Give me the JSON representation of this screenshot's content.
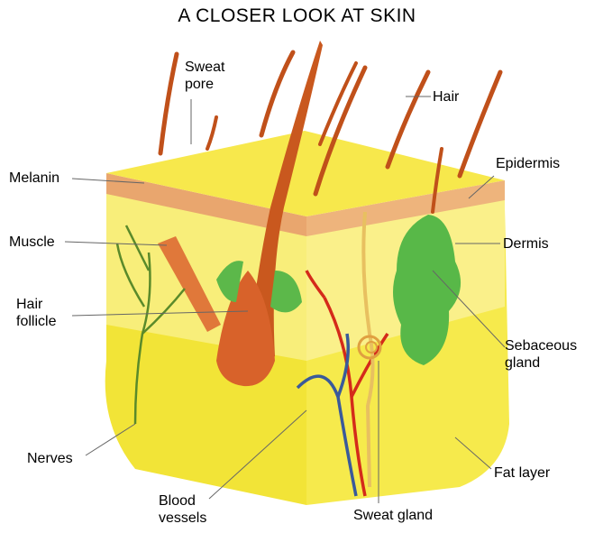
{
  "title": "A CLOSER LOOK AT SKIN",
  "labels": {
    "sweat_pore": "Sweat\npore",
    "hair": "Hair",
    "melanin": "Melanin",
    "epidermis": "Epidermis",
    "muscle": "Muscle",
    "dermis": "Dermis",
    "hair_follicle": "Hair\nfollicle",
    "sebaceous_gland": "Sebaceous\ngland",
    "nerves": "Nerves",
    "fat_layer": "Fat layer",
    "blood_vessels": "Blood\nvessels",
    "sweat_gland": "Sweat gland"
  },
  "colors": {
    "epidermis_top": "#f5e84a",
    "dermis": "#f7ea6a",
    "fat": "#f0e23a",
    "melanin_band": "#e8a870",
    "hair": "#c0501a",
    "muscle": "#e07a3a",
    "gland": "#58b848",
    "artery": "#d42a1a",
    "vein": "#3a5a9a",
    "nerve": "#5a8a2a"
  }
}
